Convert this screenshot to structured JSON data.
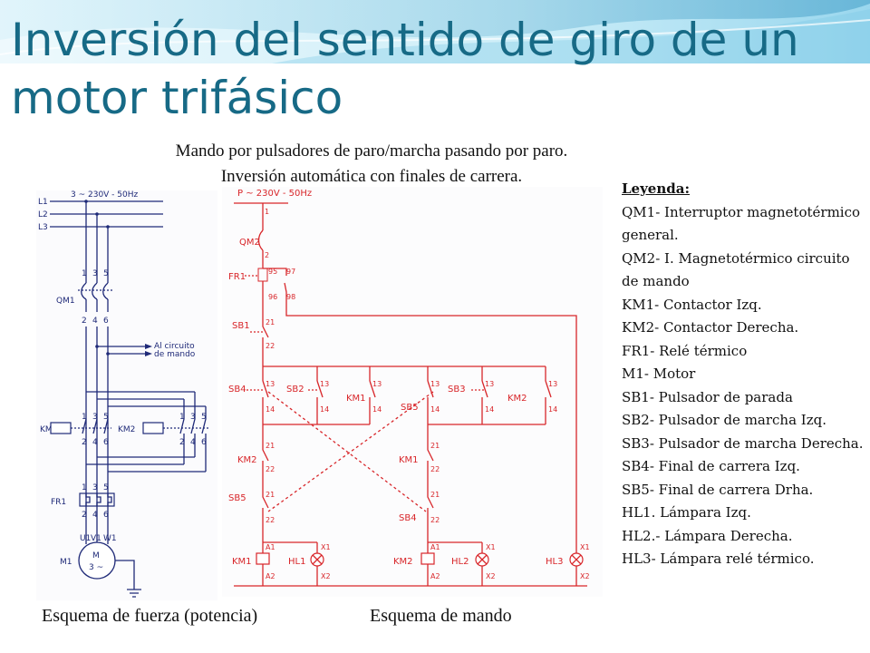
{
  "header": {
    "title": "Inversión del sentido de giro de un motor trifásico"
  },
  "subtitle": {
    "line1": "Mando por pulsadores de paro/marcha pasando por paro.",
    "line2": "Inversión automática con finales de carrera."
  },
  "legend": {
    "title": "Leyenda:",
    "items": [
      "QM1- Interruptor magnetotérmico general.",
      "QM2- I. Magnetotérmico circuito de mando",
      "KM1- Contactor Izq.",
      "KM2- Contactor Derecha.",
      "FR1- Relé térmico",
      "M1- Motor",
      "SB1- Pulsador de parada",
      "SB2- Pulsador de marcha Izq.",
      "SB3- Pulsador de marcha Derecha.",
      "SB4- Final de carrera Izq.",
      "SB5- Final de carrera Drha.",
      "HL1. Lámpara Izq.",
      "HL2.- Lámpara Derecha.",
      "HL3- Lámpara relé térmico."
    ]
  },
  "captions": {
    "power": "Esquema de fuerza (potencia)",
    "control": "Esquema de mando"
  },
  "power_diagram": {
    "supply": "3 ~ 230V - 50Hz",
    "lines": [
      "L1",
      "L2",
      "L3"
    ],
    "qm1": "QM1",
    "km1": "KM1",
    "km2": "KM2",
    "fr1": "FR1",
    "m1": "M1",
    "motor": "M",
    "motor_phase": "3 ~",
    "to_control_1": "Al circuito",
    "to_control_2": "de mando",
    "top_terms": [
      "1",
      "3",
      "5"
    ],
    "bottom_terms": [
      "2",
      "4",
      "6"
    ],
    "motor_terms": [
      "U1",
      "V1",
      "W1"
    ]
  },
  "control_diagram": {
    "supply": "P ~ 230V - 50Hz",
    "labels": {
      "qm2": "QM2",
      "fr1": "FR1",
      "sb1": "SB1",
      "sb4": "SB4",
      "sb2": "SB2",
      "km1": "KM1",
      "sb5": "SB5",
      "sb3": "SB3",
      "km2": "KM2",
      "hl1": "HL1",
      "hl2": "HL2",
      "hl3": "HL3"
    },
    "terms": {
      "t1": "1",
      "t2": "2",
      "t95": "95",
      "t96": "96",
      "t97": "97",
      "t98": "98",
      "t21": "21",
      "t22": "22",
      "t13": "13",
      "t14": "14",
      "a1": "A1",
      "a2": "A2",
      "x1": "X1",
      "x2": "X2"
    }
  },
  "colors": {
    "title": "#176a86",
    "banner_light": "#eaf7fc",
    "banner_mid": "#a9dff0",
    "banner_dark": "#3f9cc6",
    "power_wiring": "#1f2a78",
    "control_wiring": "#d8262a"
  }
}
